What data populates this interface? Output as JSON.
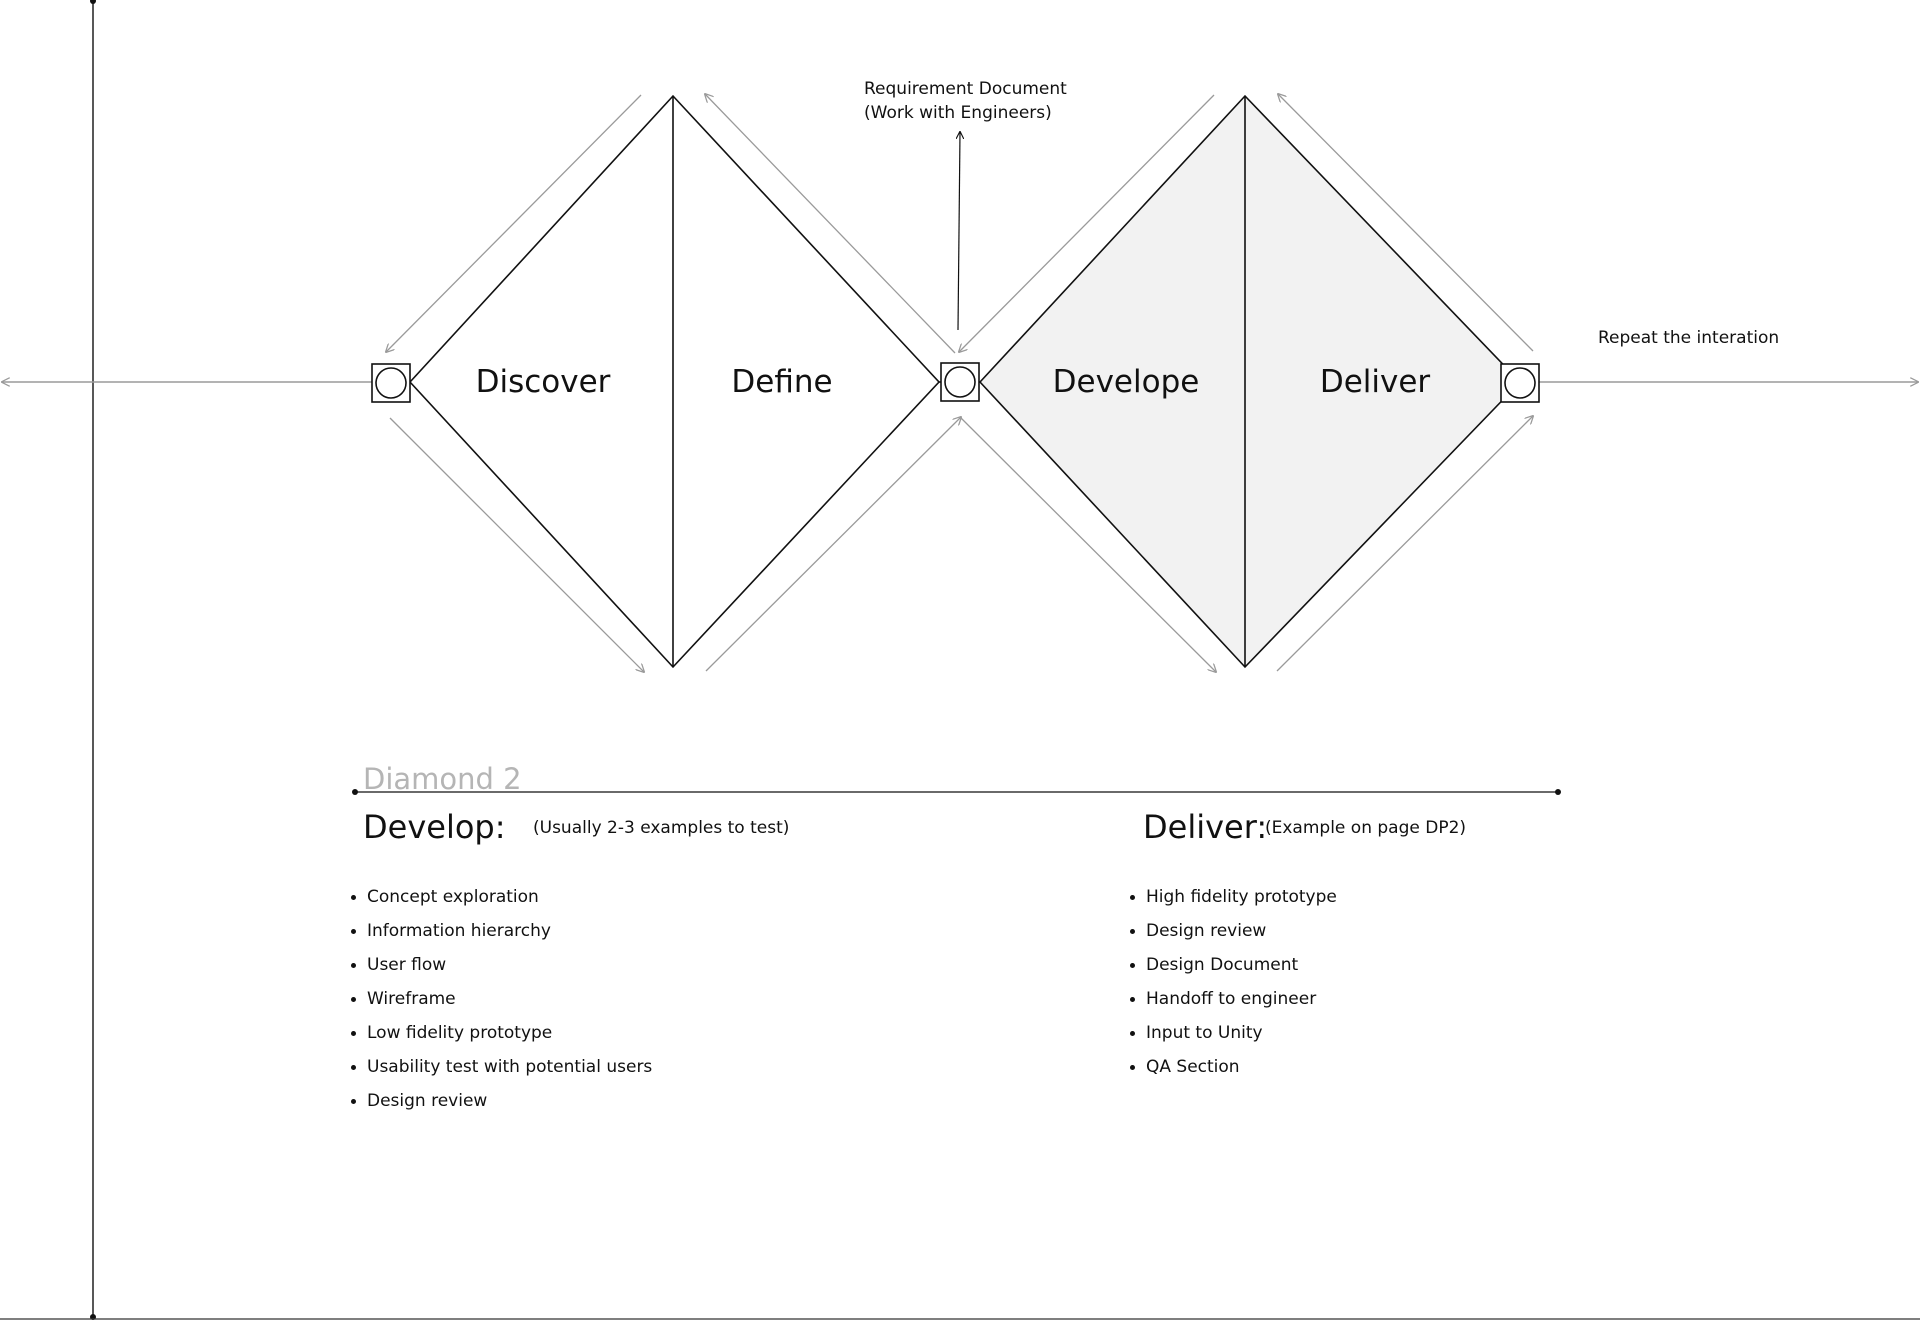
{
  "diagram": {
    "phases": [
      {
        "id": "discover",
        "label": "Discover"
      },
      {
        "id": "define",
        "label": "Define"
      },
      {
        "id": "develope",
        "label": "Develope"
      },
      {
        "id": "deliver",
        "label": "Deliver"
      }
    ],
    "annotations": {
      "requirement_line1": "Requirement Document",
      "requirement_line2": "(Work with Engineers)",
      "repeat": "Repeat the interation"
    },
    "second_diamond_fill": "#f2f2f2",
    "stroke_color": "#111111",
    "arrow_color": "#9a9a9a"
  },
  "section": {
    "title": "Diamond 2",
    "develop": {
      "heading": "Develop:",
      "subtitle": "(Usually 2-3 examples to test)",
      "items": [
        "Concept exploration",
        "Information hierarchy",
        "User flow",
        "Wireframe",
        "Low fidelity prototype",
        "Usability test with potential users",
        "Design review"
      ]
    },
    "deliver": {
      "heading": "Deliver:",
      "subtitle": "(Example on page DP2)",
      "items": [
        "High fidelity prototype",
        "Design review",
        "Design Document",
        "Handoff to engineer",
        "Input to Unity",
        "QA Section"
      ]
    }
  }
}
